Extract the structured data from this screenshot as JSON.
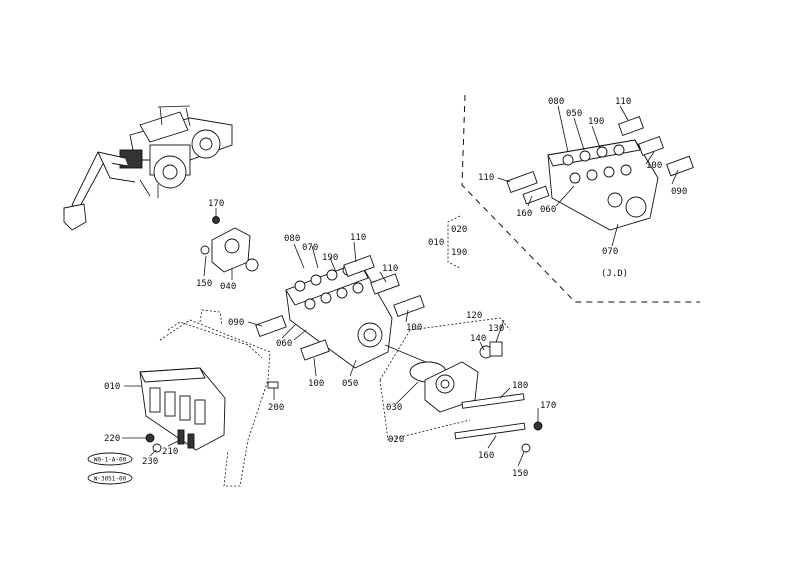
{
  "labels": {
    "inset_080": "080",
    "inset_050": "050",
    "inset_190": "190",
    "inset_110": "110",
    "inset_100": "100",
    "inset_090": "090",
    "inset_110b": "110",
    "inset_160": "160",
    "inset_060": "060",
    "inset_070": "070",
    "inset_caption": "(J.D)",
    "p170a": "170",
    "p150a": "150",
    "p040": "040",
    "p080": "080",
    "p070": "070",
    "p190": "190",
    "p110a": "110",
    "p110b": "110",
    "p100a": "100",
    "p090": "090",
    "p060": "060",
    "p100b": "100",
    "p050": "050",
    "p010": "010",
    "p020a": "020",
    "p190b": "190",
    "p010b": "010",
    "p120": "120",
    "p130": "130",
    "p140": "140",
    "p180": "180",
    "p170b": "170",
    "p030": "030",
    "p020b": "020",
    "p160": "160",
    "p150b": "150",
    "p200": "200",
    "p220": "220",
    "p230": "230",
    "p210": "210"
  },
  "ref_tags": [
    "W0-1-A-00",
    "W-3051-00"
  ]
}
